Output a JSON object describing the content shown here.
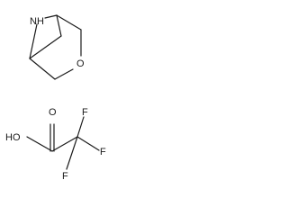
{
  "structures": [
    {
      "description_id": "bicyclic-amine",
      "atom_labels": {
        "nh": "NH",
        "o": "O"
      }
    },
    {
      "description_id": "trifluoroacetic-acid",
      "atom_labels": {
        "ho": "HO",
        "o": "O",
        "f_right": "F",
        "f_top": "F",
        "f_bottom": "F"
      }
    }
  ],
  "colors": {
    "bond": "#1a1a1a",
    "label": "#1a1a1a",
    "background": "#ffffff"
  }
}
